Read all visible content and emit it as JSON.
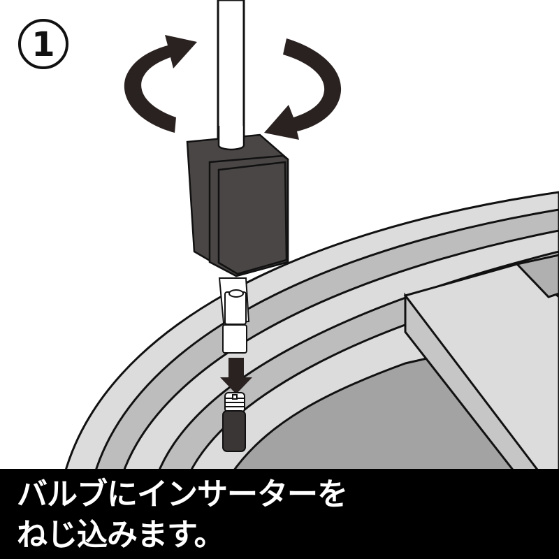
{
  "step": {
    "number": "1",
    "icon": "circled-number-icon"
  },
  "caption": {
    "line1": "バルブにインサーターを",
    "line2": "ねじ込みます。"
  },
  "illustration": {
    "subject": "inserter-screwed-onto-valve",
    "icons": [
      "rotate-left-arrow-icon",
      "rotate-right-arrow-icon",
      "down-arrow-icon",
      "inserter-tool-icon",
      "valve-icon",
      "wheel-rim-icon"
    ]
  },
  "colors": {
    "background": "#ffffff",
    "caption_bg": "#000000",
    "caption_text": "#ffffff",
    "tool_body": "#4a4645",
    "arrow": "#2a2220",
    "rim_light": "#dcdcdc",
    "rim_mid": "#bdbdbd",
    "rim_dark": "#a3a3a3",
    "outline": "#111111"
  }
}
